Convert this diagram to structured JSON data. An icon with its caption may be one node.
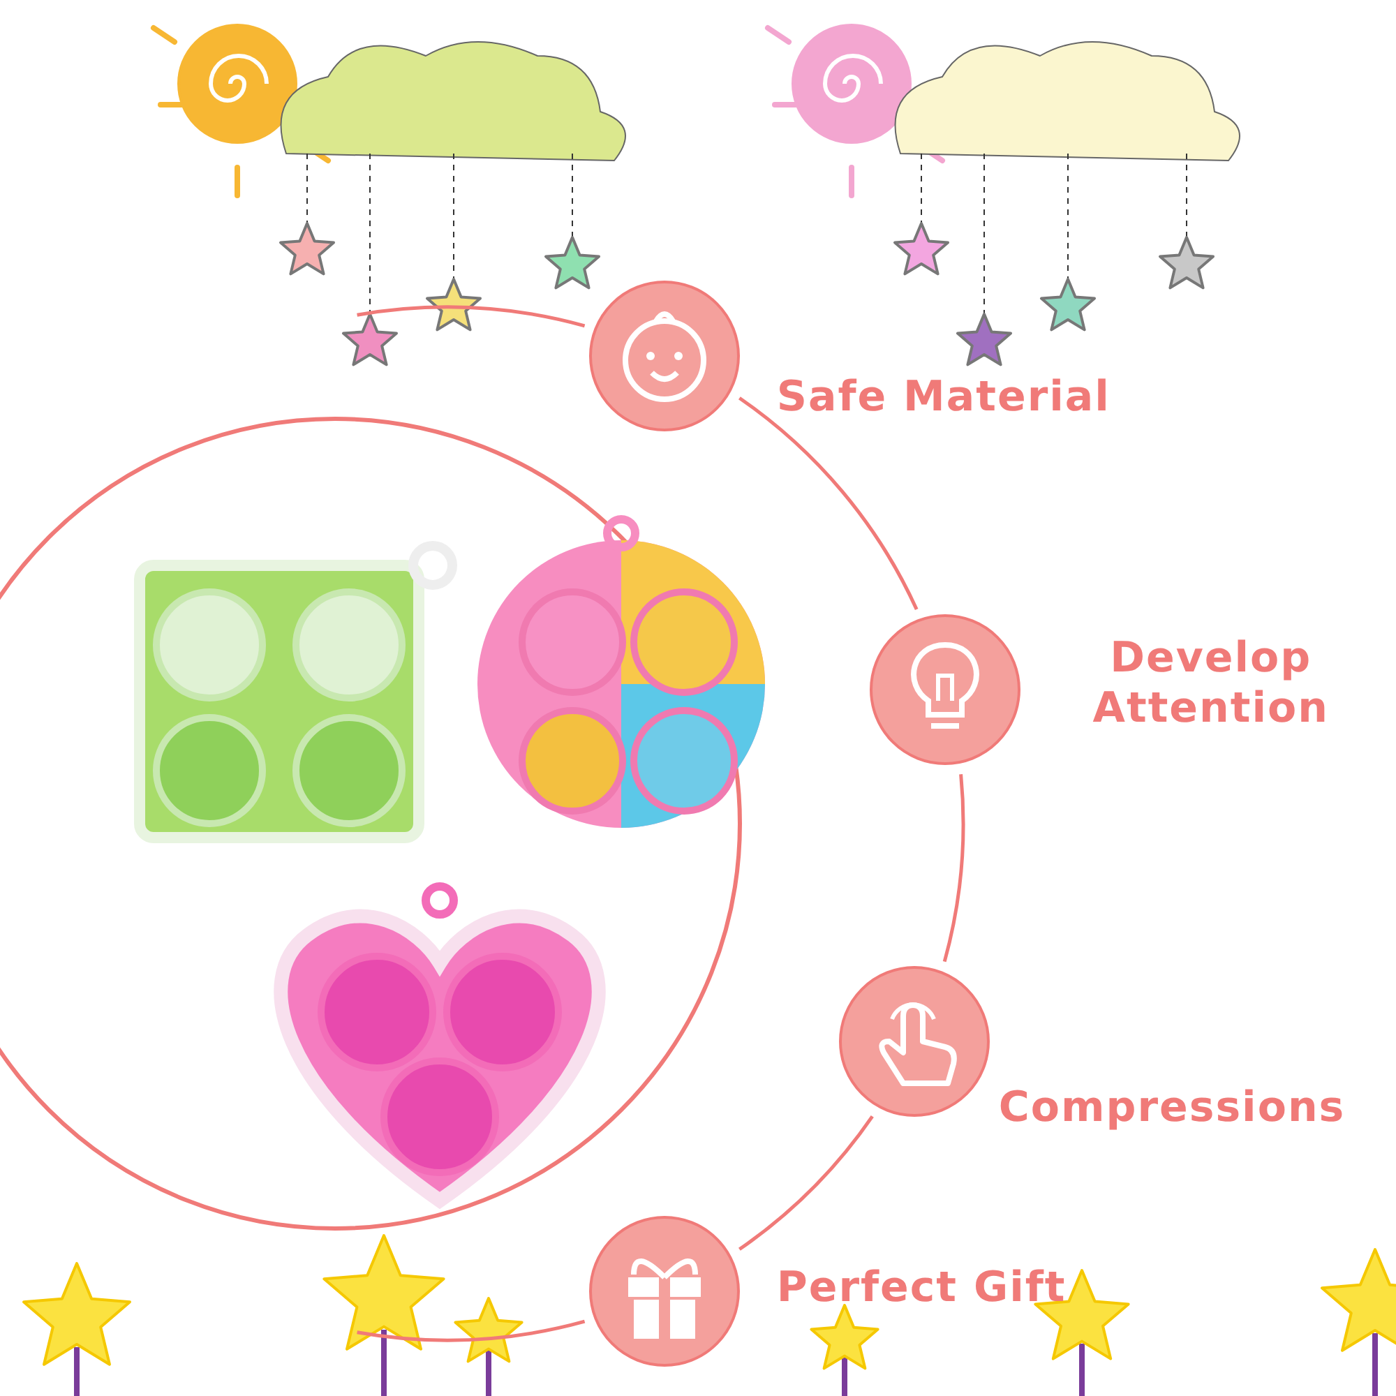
{
  "diagram": {
    "nodes": [
      {
        "text": [
          "Safe Material"
        ]
      },
      {
        "text": [
          "Develop Attention"
        ]
      },
      {
        "text": [
          "Compressions"
        ]
      },
      {
        "text": [
          "Perfect Gift"
        ]
      }
    ],
    "edges": [
      {
        "from": null,
        "to": 0,
        "arrow": "none"
      },
      {
        "from": 0,
        "to": 1,
        "arrow": "none"
      },
      {
        "from": 1,
        "to": 2,
        "arrow": "none"
      },
      {
        "from": 2,
        "to": 3,
        "arrow": "none"
      },
      {
        "from": 3,
        "to": null,
        "arrow": "none"
      }
    ]
  }
}
